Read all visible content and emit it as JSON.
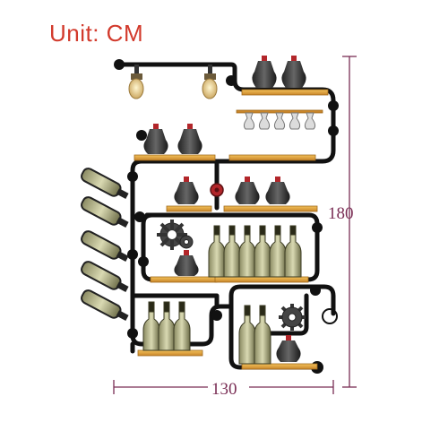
{
  "unit_label": "Unit: CM",
  "dimensions": {
    "height": "180",
    "width": "130"
  },
  "colors": {
    "unit_text": "#d23a2c",
    "dimension_lines": "#7a2e55",
    "pipe": "#111111",
    "shelf_wood": "#e0a03a"
  }
}
